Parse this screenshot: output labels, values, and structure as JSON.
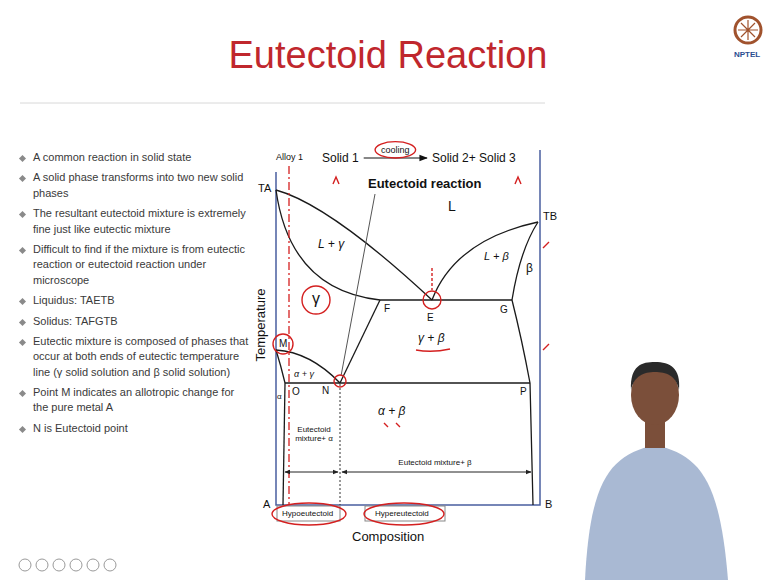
{
  "diagram": {
    "title": "Eutectoid Reaction",
    "nodes": [
      {
        "text": [
          "Solid 1"
        ]
      },
      {
        "text": [
          "Solid 2+ Solid 3"
        ]
      }
    ],
    "edges": [
      {
        "from": 0,
        "to": 1,
        "label": "cooling",
        "arrow": "to"
      }
    ],
    "labels": [
      "A common reaction in solid state",
      "A solid phase transforms into two new solid phases",
      "The resultant eutectoid mixture is extremely fine just like eutectic mixture",
      "Difficult to find if the mixture is from eutectic reaction or eutectoid reaction under microscope",
      "Liquidus: TAETB",
      "Solidus: TAFGTB",
      "Eutectic mixture is composed of phases that occur at both ends of eutectic temperature line (γ solid solution and β solid solution)",
      "Point M indicates an allotropic change for the pure metal A",
      "N is Eutectoid point",
      "Alloy 1",
      "Eutectoid reaction",
      "L",
      "TA",
      "TB",
      "L + γ",
      "L + β",
      "γ",
      "β",
      "F",
      "E",
      "G",
      "γ + β",
      "M",
      "α + γ",
      "α",
      "O",
      "N",
      "P",
      "α + β",
      "Eutectoid mixture+ α",
      "Eutectoid mixture+ β",
      "A",
      "B",
      "Hypoeutectoid",
      "Hypereutectoid",
      "Composition",
      "Temperature",
      "NPTEL"
    ]
  }
}
